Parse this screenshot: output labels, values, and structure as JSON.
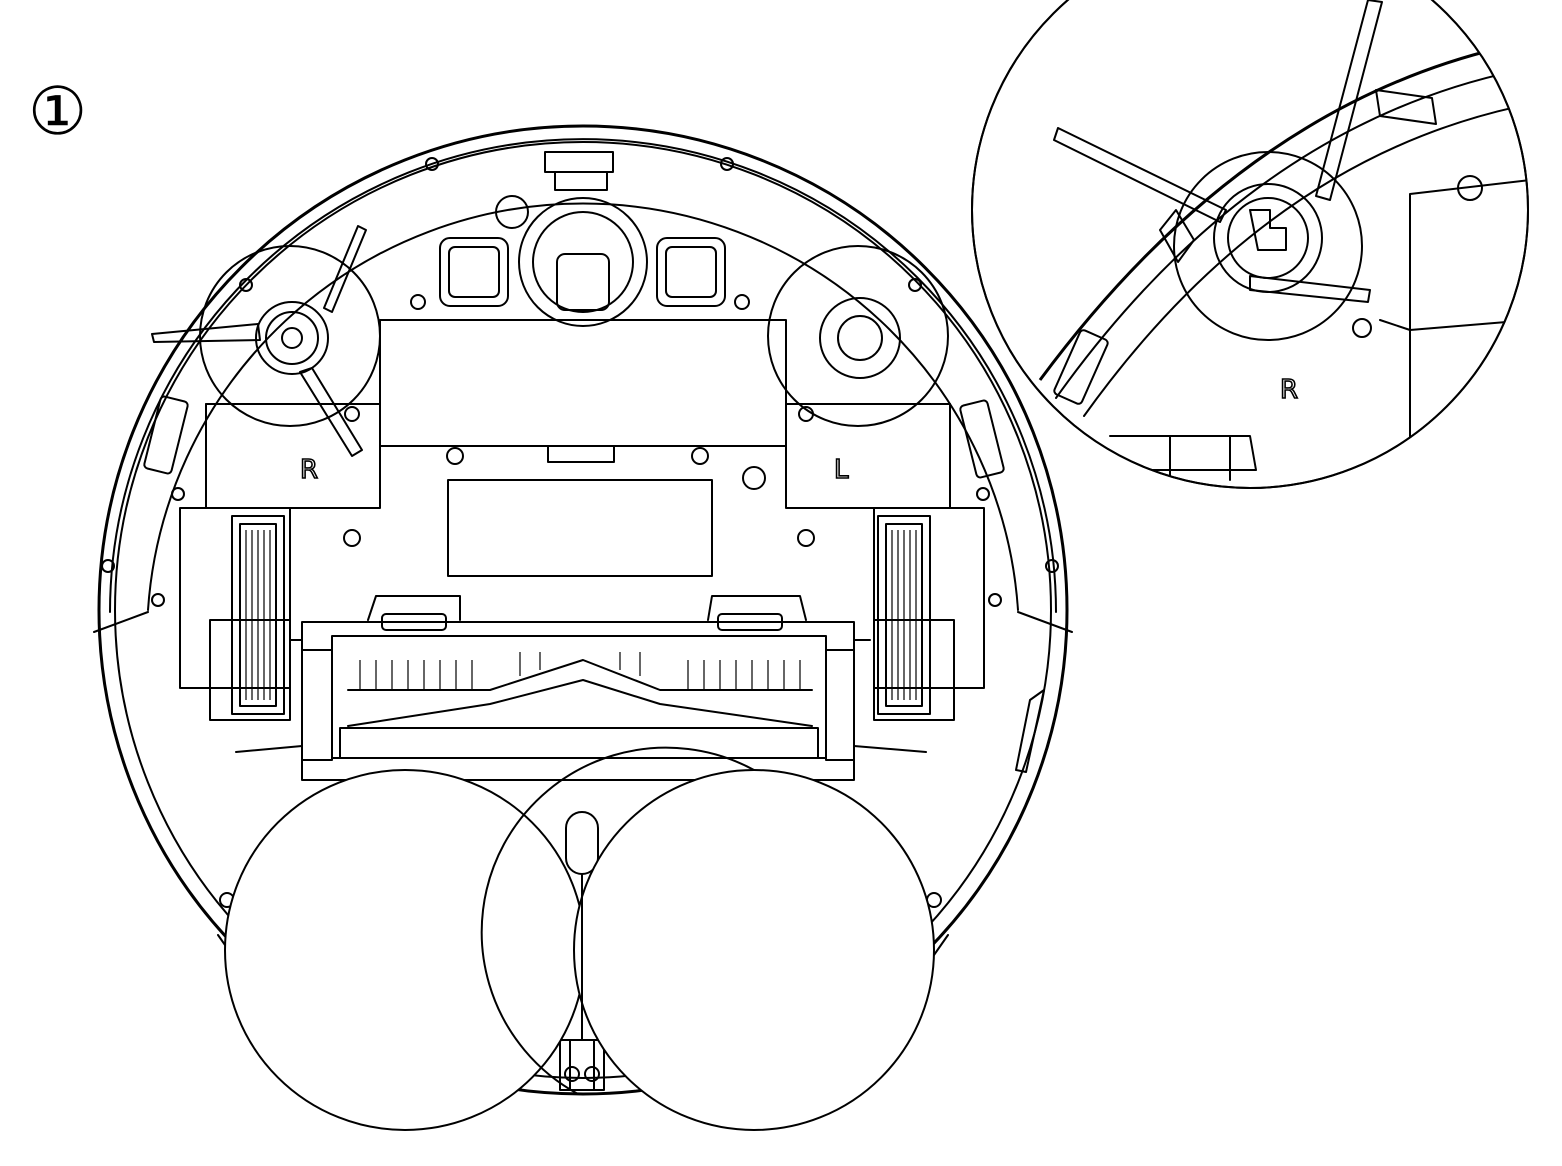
{
  "step_marker": "①",
  "labels": {
    "main_right": "R",
    "main_left": "L",
    "zoom_right": "R"
  },
  "icons": {
    "robot": "robot-vacuum-underside",
    "zoom": "side-brush-zoom-detail"
  },
  "colors": {
    "line": "#000000",
    "background": "#ffffff"
  }
}
